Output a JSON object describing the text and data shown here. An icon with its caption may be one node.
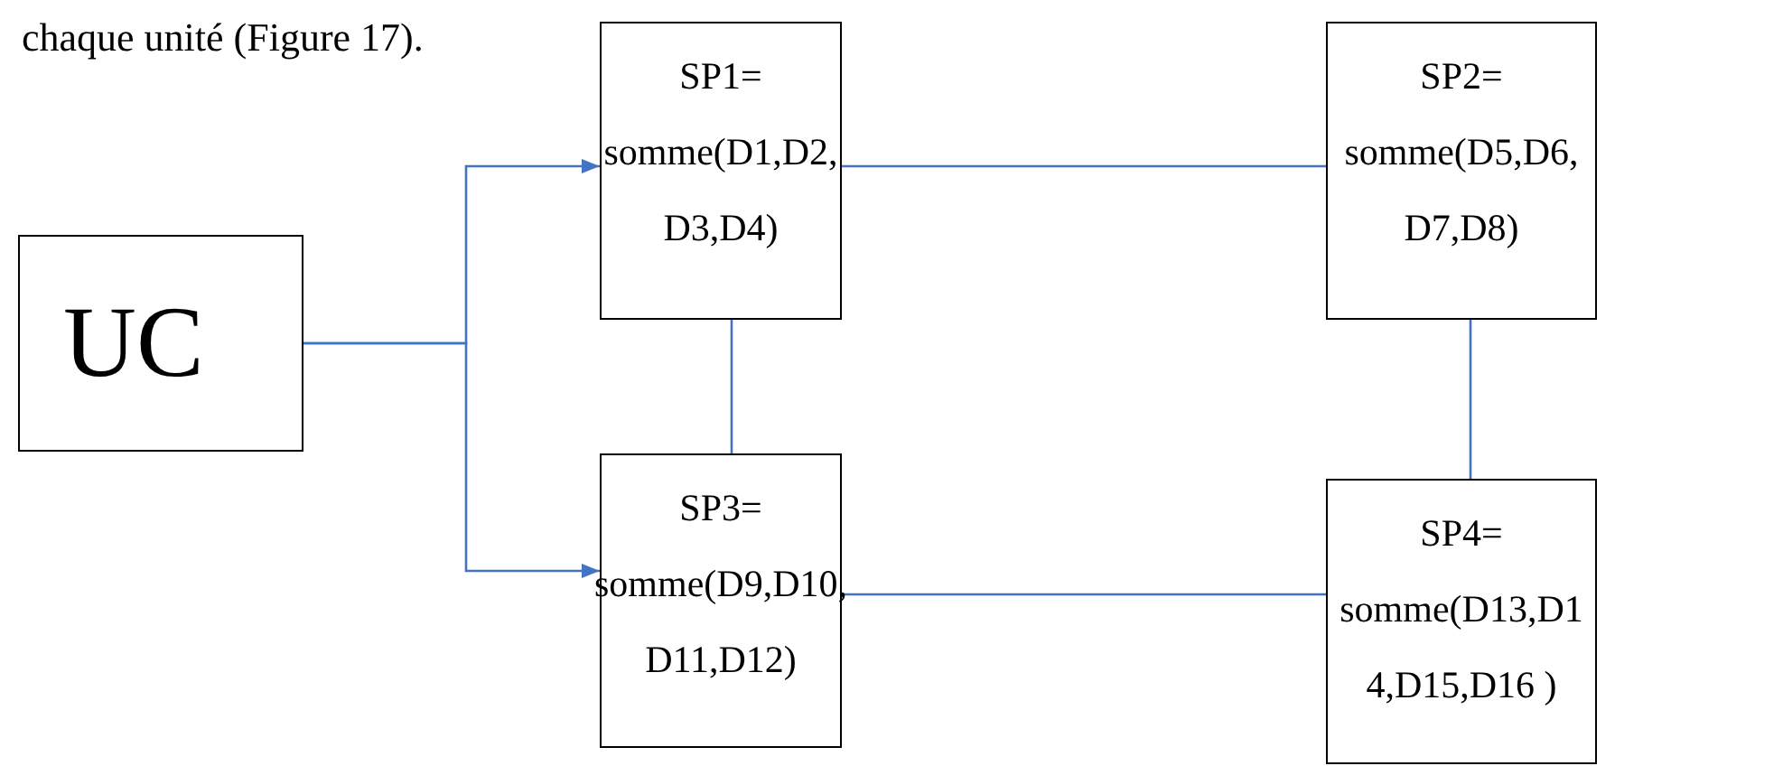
{
  "diagram": {
    "nodes": [
      {
        "text": [
          "UC"
        ]
      },
      {
        "text": [
          "SP1=",
          "somme(D1,D2, D3,D4)"
        ]
      },
      {
        "text": [
          "SP2=",
          "somme(D5,D6, D7,D8)"
        ]
      },
      {
        "text": [
          "SP3=",
          "somme(D9,D10, D11,D12)"
        ]
      },
      {
        "text": [
          "SP4=",
          "somme(D13,D1 4,D15,D16 )"
        ]
      }
    ],
    "edges": [
      {
        "from": 0,
        "to": 1,
        "arrow": "to"
      },
      {
        "from": 0,
        "to": 3,
        "arrow": "to"
      },
      {
        "from": 1,
        "to": 2,
        "arrow": "none"
      },
      {
        "from": 1,
        "to": 3,
        "arrow": "none"
      },
      {
        "from": 2,
        "to": 4,
        "arrow": "none"
      },
      {
        "from": 3,
        "to": 4,
        "arrow": "none"
      }
    ],
    "labels": [
      "chaque unité (Figure 17)."
    ]
  }
}
